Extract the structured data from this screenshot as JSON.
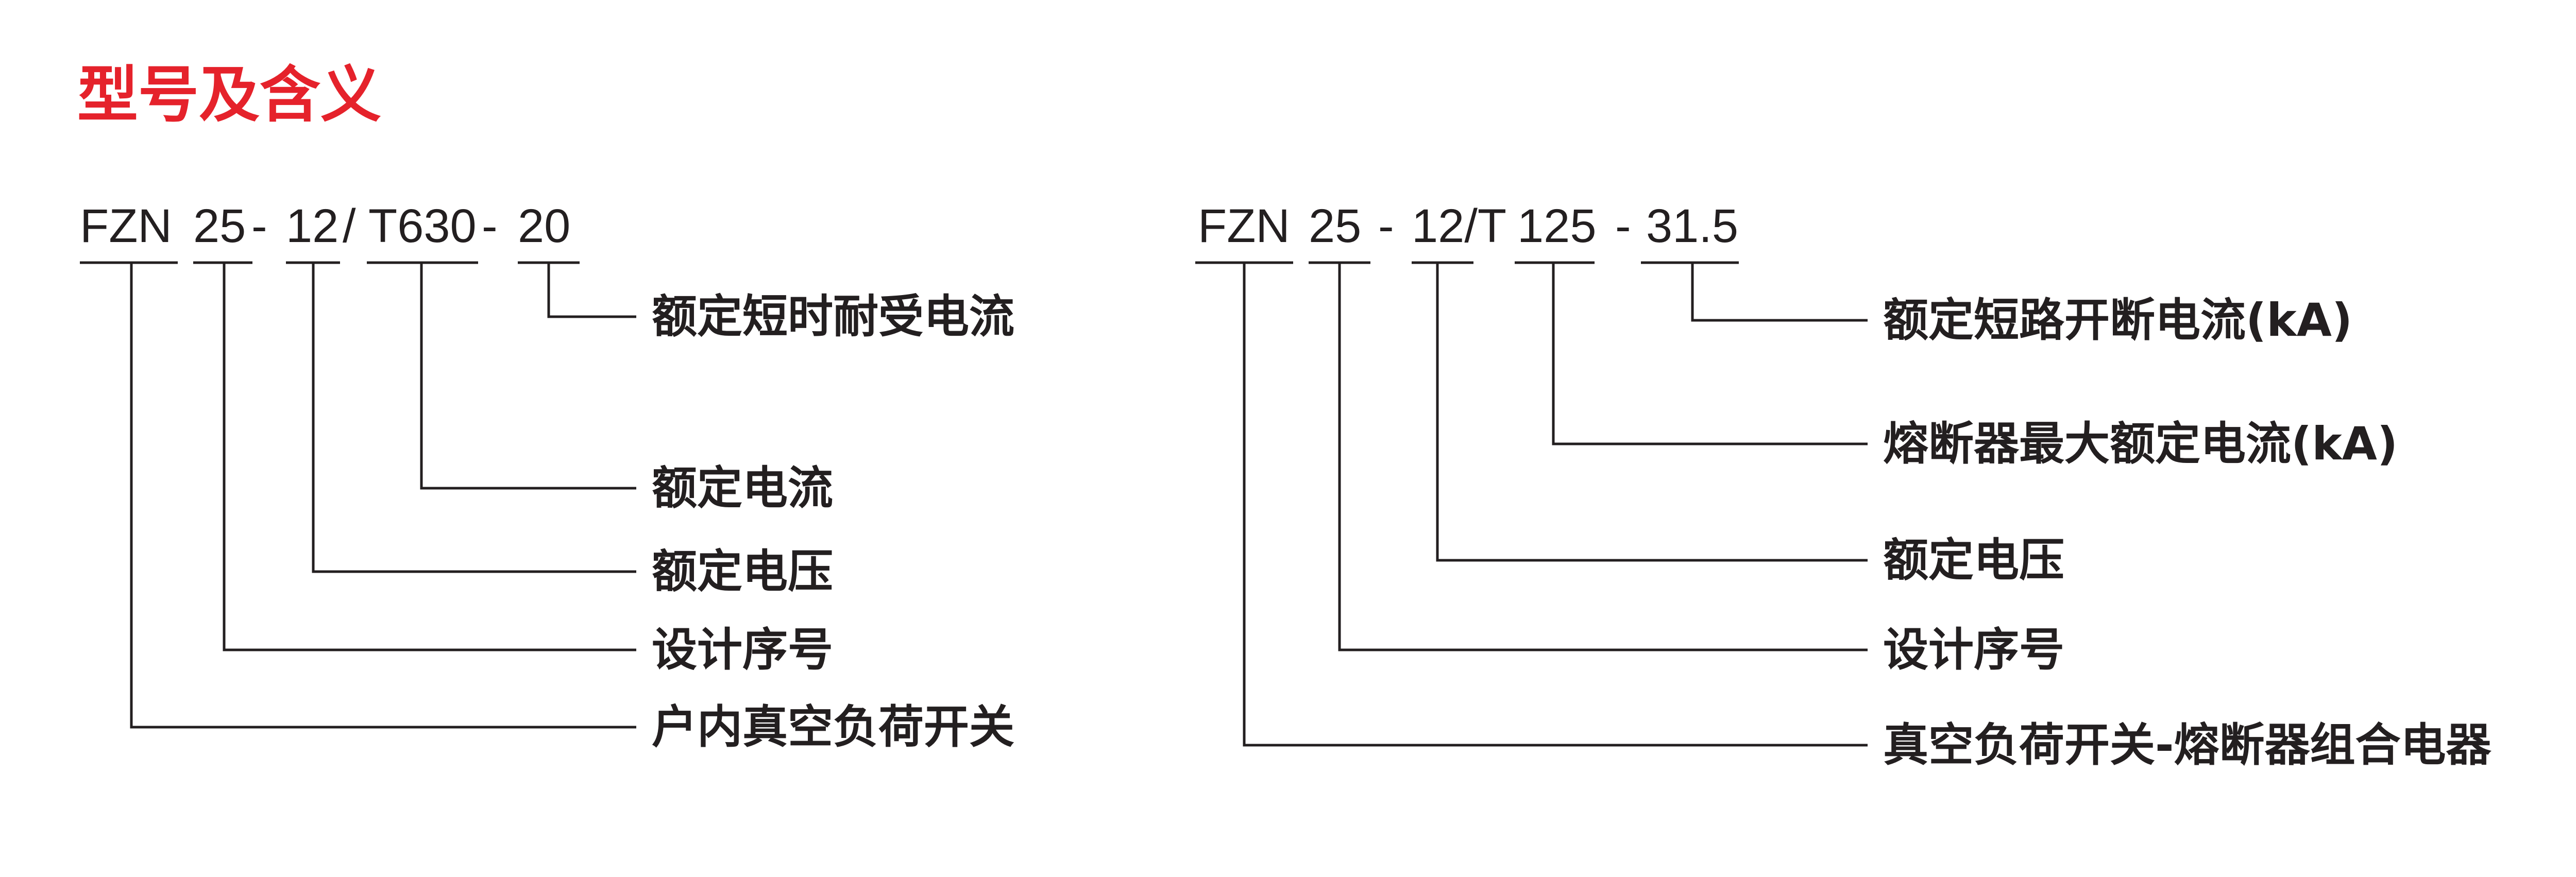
{
  "title": "型号及含义",
  "left": {
    "code": {
      "series": "FZN",
      "design": "25",
      "sep1": "-",
      "voltage": "12",
      "slash": "/",
      "current": "T630",
      "sep2": "-",
      "short_time": "20"
    },
    "labels": {
      "short_time": "额定短时耐受电流",
      "current": "额定电流",
      "voltage": "额定电压",
      "design": "设计序号",
      "series": "户内真空负荷开关"
    }
  },
  "right": {
    "code": {
      "series": "FZN",
      "design": "25",
      "sep1": "-",
      "voltage": "12/T",
      "fuse": "125",
      "sep2": "-",
      "breaking": "31.5"
    },
    "labels": {
      "breaking": "额定短路开断电流(kA)",
      "fuse": "熔断器最大额定电流(kA)",
      "voltage": "额定电压",
      "design": "设计序号",
      "series": "真空负荷开关-熔断器组合电器"
    }
  }
}
